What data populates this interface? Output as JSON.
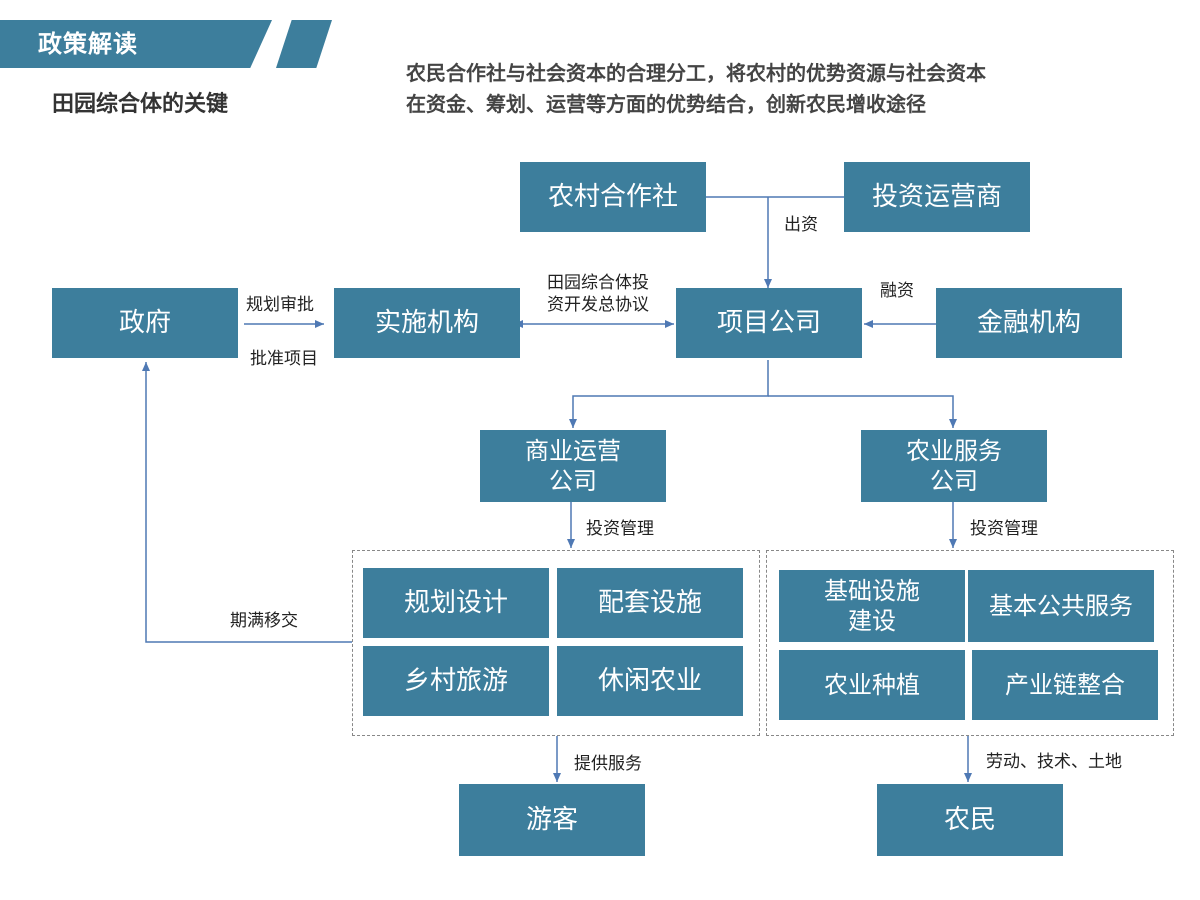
{
  "header": {
    "banner_title": "政策解读",
    "subtitle": "田园综合体的关键",
    "description_line1": "农民合作社与社会资本的合理分工，将农村的优势资源与社会资本",
    "description_line2": "在资金、筹划、运营等方面的优势结合，创新农民增收途径"
  },
  "nodes": {
    "cooperative": "农村合作社",
    "investor": "投资运营商",
    "government": "政府",
    "implementing_agency": "实施机构",
    "project_company": "项目公司",
    "financial_institution": "金融机构",
    "commercial_company": "商业运营\n公司",
    "agri_service_company": "农业服务\n公司",
    "planning_design": "规划设计",
    "supporting_facilities": "配套设施",
    "rural_tourism": "乡村旅游",
    "leisure_agriculture": "休闲农业",
    "infrastructure": "基础设施\n建设",
    "public_services": "基本公共服务",
    "agri_planting": "农业种植",
    "industry_chain": "产业链整合",
    "tourists": "游客",
    "farmers": "农民"
  },
  "edge_labels": {
    "fund": "出资",
    "financing": "融资",
    "planning_approval": "规划审批",
    "approve_project": "批准项目",
    "agreement": "田园综合体投\n资开发总协议",
    "invest_manage_left": "投资管理",
    "invest_manage_right": "投资管理",
    "transfer_on_expiry": "期满移交",
    "provide_service": "提供服务",
    "labor_tech_land": "劳动、技术、土地"
  },
  "colors": {
    "box": "#3d7e9c",
    "line": "#4f79b4",
    "text": "#222222"
  }
}
